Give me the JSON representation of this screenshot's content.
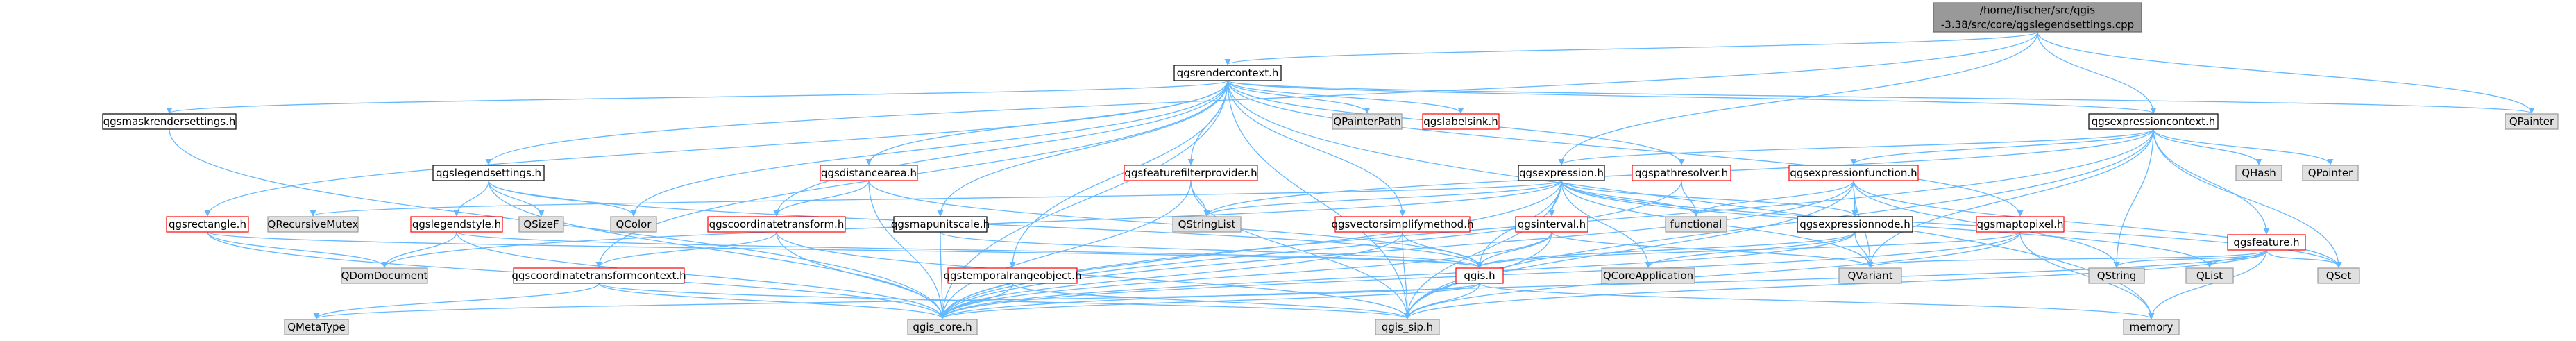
{
  "diagram": {
    "title": "",
    "colors": {
      "root_fill": "#999999",
      "root_stroke": "#666666",
      "internal_fill": "#ffffff",
      "internal_stroke": "#000000",
      "missing_fill": "#ffffff",
      "missing_stroke": "#ff0000",
      "external_fill": "#e0e0e0",
      "external_stroke": "#999999",
      "edge": "#63b8ff"
    },
    "nodes": [
      {
        "id": "root",
        "kind": "root",
        "lines": [
          "/home/fischer/src/qgis",
          "-3.38/src/core/qgslegendsettings.cpp"
        ]
      },
      {
        "id": "qgsrendercontext",
        "kind": "internal",
        "lines": [
          "qgsrendercontext.h"
        ]
      },
      {
        "id": "qpainter",
        "kind": "external",
        "lines": [
          "QPainter"
        ]
      },
      {
        "id": "qgsmaskrendersettings",
        "kind": "internal",
        "lines": [
          "qgsmaskrendersettings.h"
        ]
      },
      {
        "id": "qpainterpath",
        "kind": "external",
        "lines": [
          "QPainterPath"
        ]
      },
      {
        "id": "qgslabelsink",
        "kind": "missing",
        "lines": [
          "qgslabelsink.h"
        ]
      },
      {
        "id": "qgsexpressioncontext",
        "kind": "internal",
        "lines": [
          "qgsexpressioncontext.h"
        ]
      },
      {
        "id": "qgslegendsettings",
        "kind": "internal",
        "lines": [
          "qgslegendsettings.h"
        ]
      },
      {
        "id": "qgsdistancearea",
        "kind": "missing",
        "lines": [
          "qgsdistancearea.h"
        ]
      },
      {
        "id": "qgsfeaturefilterprovider",
        "kind": "missing",
        "lines": [
          "qgsfeaturefilterprovider.h"
        ]
      },
      {
        "id": "qgsexpression",
        "kind": "internal",
        "lines": [
          "qgsexpression.h"
        ]
      },
      {
        "id": "qgspathresolver",
        "kind": "missing",
        "lines": [
          "qgspathresolver.h"
        ]
      },
      {
        "id": "qgsexpressionfunction",
        "kind": "missing",
        "lines": [
          "qgsexpressionfunction.h"
        ]
      },
      {
        "id": "qhash",
        "kind": "external",
        "lines": [
          "QHash"
        ]
      },
      {
        "id": "qpointer",
        "kind": "external",
        "lines": [
          "QPointer"
        ]
      },
      {
        "id": "qgsrectangle",
        "kind": "missing",
        "lines": [
          "qgsrectangle.h"
        ]
      },
      {
        "id": "qrecursivemutex",
        "kind": "external",
        "lines": [
          "QRecursiveMutex"
        ]
      },
      {
        "id": "qgslegendstyle",
        "kind": "missing",
        "lines": [
          "qgslegendstyle.h"
        ]
      },
      {
        "id": "qsizef",
        "kind": "external",
        "lines": [
          "QSizeF"
        ]
      },
      {
        "id": "qcolor",
        "kind": "external",
        "lines": [
          "QColor"
        ]
      },
      {
        "id": "qgscoordinatetransform",
        "kind": "missing",
        "lines": [
          "qgscoordinatetransform.h"
        ]
      },
      {
        "id": "qgsmapunitscale",
        "kind": "internal",
        "lines": [
          "qgsmapunitscale.h"
        ]
      },
      {
        "id": "qstringlist",
        "kind": "external",
        "lines": [
          "QStringList"
        ]
      },
      {
        "id": "qgsvectorsimplifymethod",
        "kind": "missing",
        "lines": [
          "qgsvectorsimplifymethod.h"
        ]
      },
      {
        "id": "qgsinterval",
        "kind": "missing",
        "lines": [
          "qgsinterval.h"
        ]
      },
      {
        "id": "functional",
        "kind": "external",
        "lines": [
          "functional"
        ]
      },
      {
        "id": "qgsexpressionnode",
        "kind": "internal",
        "lines": [
          "qgsexpressionnode.h"
        ]
      },
      {
        "id": "qgsmaptopixel",
        "kind": "missing",
        "lines": [
          "qgsmaptopixel.h"
        ]
      },
      {
        "id": "qgsfeature",
        "kind": "missing",
        "lines": [
          "qgsfeature.h"
        ]
      },
      {
        "id": "qdomdocument",
        "kind": "external",
        "lines": [
          "QDomDocument"
        ]
      },
      {
        "id": "qgscoordinatetransformcontext",
        "kind": "missing",
        "lines": [
          "qgscoordinatetransformcontext.h"
        ]
      },
      {
        "id": "qgstemporalrangeobject",
        "kind": "missing",
        "lines": [
          "qgstemporalrangeobject.h"
        ]
      },
      {
        "id": "qgis",
        "kind": "missing",
        "lines": [
          "qgis.h"
        ]
      },
      {
        "id": "qcoreapplication",
        "kind": "external",
        "lines": [
          "QCoreApplication"
        ]
      },
      {
        "id": "qvariant",
        "kind": "external",
        "lines": [
          "QVariant"
        ]
      },
      {
        "id": "qstring",
        "kind": "external",
        "lines": [
          "QString"
        ]
      },
      {
        "id": "qlist",
        "kind": "external",
        "lines": [
          "QList"
        ]
      },
      {
        "id": "qset",
        "kind": "external",
        "lines": [
          "QSet"
        ]
      },
      {
        "id": "qmetatype",
        "kind": "external",
        "lines": [
          "QMetaType"
        ]
      },
      {
        "id": "qgis_core",
        "kind": "external",
        "lines": [
          "qgis_core.h"
        ]
      },
      {
        "id": "qgis_sip",
        "kind": "external",
        "lines": [
          "qgis_sip.h"
        ]
      },
      {
        "id": "memory",
        "kind": "external",
        "lines": [
          "memory"
        ]
      }
    ],
    "edges": [
      [
        "root",
        "qgsrendercontext"
      ],
      [
        "root",
        "qpainter"
      ],
      [
        "root",
        "qgslegendsettings"
      ],
      [
        "root",
        "qgsexpressioncontext"
      ],
      [
        "root",
        "qgsexpression"
      ],
      [
        "qgsrendercontext",
        "qpainter"
      ],
      [
        "qgsrendercontext",
        "qgsmaskrendersettings"
      ],
      [
        "qgsrendercontext",
        "qpainterpath"
      ],
      [
        "qgsrendercontext",
        "qgslabelsink"
      ],
      [
        "qgsrendercontext",
        "qgsexpressioncontext"
      ],
      [
        "qgsrendercontext",
        "qgsdistancearea"
      ],
      [
        "qgsrendercontext",
        "qgsfeaturefilterprovider"
      ],
      [
        "qgsrendercontext",
        "qgspathresolver"
      ],
      [
        "qgsrendercontext",
        "qgsrectangle"
      ],
      [
        "qgsrendercontext",
        "qcolor"
      ],
      [
        "qgsrendercontext",
        "qgscoordinatetransform"
      ],
      [
        "qgsrendercontext",
        "qgsmapunitscale"
      ],
      [
        "qgsrendercontext",
        "qgsvectorsimplifymethod"
      ],
      [
        "qgsrendercontext",
        "qgscoordinatetransformcontext"
      ],
      [
        "qgsrendercontext",
        "qgstemporalrangeobject"
      ],
      [
        "qgsrendercontext",
        "qgis_core"
      ],
      [
        "qgsrendercontext",
        "qgis_sip"
      ],
      [
        "qgsrendercontext",
        "memory"
      ],
      [
        "qgsrendercontext",
        "qgsmaptopixel"
      ],
      [
        "qgsmaskrendersettings",
        "qgis_core"
      ],
      [
        "qgsexpressioncontext",
        "qgsexpression"
      ],
      [
        "qgsexpressioncontext",
        "qgsexpressionfunction"
      ],
      [
        "qgsexpressioncontext",
        "qhash"
      ],
      [
        "qgsexpressioncontext",
        "qpointer"
      ],
      [
        "qgsexpressioncontext",
        "qgsfeature"
      ],
      [
        "qgsexpressioncontext",
        "qstringlist"
      ],
      [
        "qgsexpressioncontext",
        "qvariant"
      ],
      [
        "qgsexpressioncontext",
        "qstring"
      ],
      [
        "qgsexpressioncontext",
        "qset"
      ],
      [
        "qgsexpressioncontext",
        "qgis_core"
      ],
      [
        "qgsexpressioncontext",
        "qgis_sip"
      ],
      [
        "qgslegendsettings",
        "qcolor"
      ],
      [
        "qgslegendsettings",
        "qsizef"
      ],
      [
        "qgslegendsettings",
        "qgslegendstyle"
      ],
      [
        "qgslegendsettings",
        "qgis_core"
      ],
      [
        "qgslegendsettings",
        "qgis"
      ],
      [
        "qgsdistancearea",
        "qgscoordinatetransform"
      ],
      [
        "qgsdistancearea",
        "qgis_core"
      ],
      [
        "qgsdistancearea",
        "qgis"
      ],
      [
        "qgsfeaturefilterprovider",
        "qstringlist"
      ],
      [
        "qgsfeaturefilterprovider",
        "qgis_core"
      ],
      [
        "qgsfeaturefilterprovider",
        "qgis_sip"
      ],
      [
        "qgsexpression",
        "qstringlist"
      ],
      [
        "qgsexpression",
        "qvariant"
      ],
      [
        "qgsexpression",
        "qlist"
      ],
      [
        "qgsexpression",
        "qdomdocument"
      ],
      [
        "qgsexpression",
        "qcoreapplication"
      ],
      [
        "qgsexpression",
        "qset"
      ],
      [
        "qgsexpression",
        "functional"
      ],
      [
        "qgsexpression",
        "qgsexpressionnode"
      ],
      [
        "qgsexpression",
        "qgsinterval"
      ],
      [
        "qgsexpression",
        "qgis"
      ],
      [
        "qgsexpression",
        "qgis_core"
      ],
      [
        "qgsexpression",
        "qgis_sip"
      ],
      [
        "qgsexpression",
        "qrecursivemutex"
      ],
      [
        "qgspathresolver",
        "functional"
      ],
      [
        "qgspathresolver",
        "qgis_core"
      ],
      [
        "qgsexpressionfunction",
        "functional"
      ],
      [
        "qgsexpressionfunction",
        "qgsexpressionnode"
      ],
      [
        "qgsexpressionfunction",
        "qvariant"
      ],
      [
        "qgsexpressionfunction",
        "qstring"
      ],
      [
        "qgsexpressionfunction",
        "qset"
      ],
      [
        "qgsexpressionfunction",
        "qgis_core"
      ],
      [
        "qgsexpressionfunction",
        "qgis_sip"
      ],
      [
        "qgsrectangle",
        "qdomdocument"
      ],
      [
        "qgsrectangle",
        "qgis_core"
      ],
      [
        "qgsrectangle",
        "qgis"
      ],
      [
        "qgslegendstyle",
        "qdomdocument"
      ],
      [
        "qgslegendstyle",
        "qgis_core"
      ],
      [
        "qgslegendstyle",
        "qgis"
      ],
      [
        "qgscoordinatetransform",
        "qgscoordinatetransformcontext"
      ],
      [
        "qgscoordinatetransform",
        "qgis_core"
      ],
      [
        "qgscoordinatetransform",
        "qgis_sip"
      ],
      [
        "qgscoordinatetransformcontext",
        "qmetatype"
      ],
      [
        "qgscoordinatetransformcontext",
        "qgis_core"
      ],
      [
        "qgscoordinatetransformcontext",
        "qgis_sip"
      ],
      [
        "qgsmapunitscale",
        "qgis"
      ],
      [
        "qgsmapunitscale",
        "qgis_core"
      ],
      [
        "qgsvectorsimplifymethod",
        "qgis"
      ],
      [
        "qgsvectorsimplifymethod",
        "qgis_sip"
      ],
      [
        "qgsvectorsimplifymethod",
        "qgis_core"
      ],
      [
        "qgsinterval",
        "qgis"
      ],
      [
        "qgsinterval",
        "qvariant"
      ],
      [
        "qgsinterval",
        "qgis_sip"
      ],
      [
        "qgsinterval",
        "qgis_core"
      ],
      [
        "qgsexpressionnode",
        "qvariant"
      ],
      [
        "qgsexpressionnode",
        "qcoreapplication"
      ],
      [
        "qgsexpressionnode",
        "qgis"
      ],
      [
        "qgsexpressionnode",
        "qgis_core"
      ],
      [
        "qgsmaptopixel",
        "qgis_core"
      ],
      [
        "qgsmaptopixel",
        "qgis_sip"
      ],
      [
        "qgsmaptopixel",
        "memory"
      ],
      [
        "qgsmaptopixel",
        "qgis"
      ],
      [
        "qgsfeature",
        "qgis_core"
      ],
      [
        "qgsfeature",
        "qgis_sip"
      ],
      [
        "qgsfeature",
        "qvariant"
      ],
      [
        "qgsfeature",
        "qlist"
      ],
      [
        "qgsfeature",
        "qstring"
      ],
      [
        "qgsfeature",
        "qset"
      ],
      [
        "qgsfeature",
        "memory"
      ],
      [
        "qgstemporalrangeobject",
        "qgis_core"
      ],
      [
        "qgstemporalrangeobject",
        "qgis_sip"
      ],
      [
        "qgis",
        "qgis_core"
      ],
      [
        "qgis",
        "qgis_sip"
      ],
      [
        "qgis",
        "qmetatype"
      ],
      [
        "qgis",
        "memory"
      ]
    ]
  }
}
